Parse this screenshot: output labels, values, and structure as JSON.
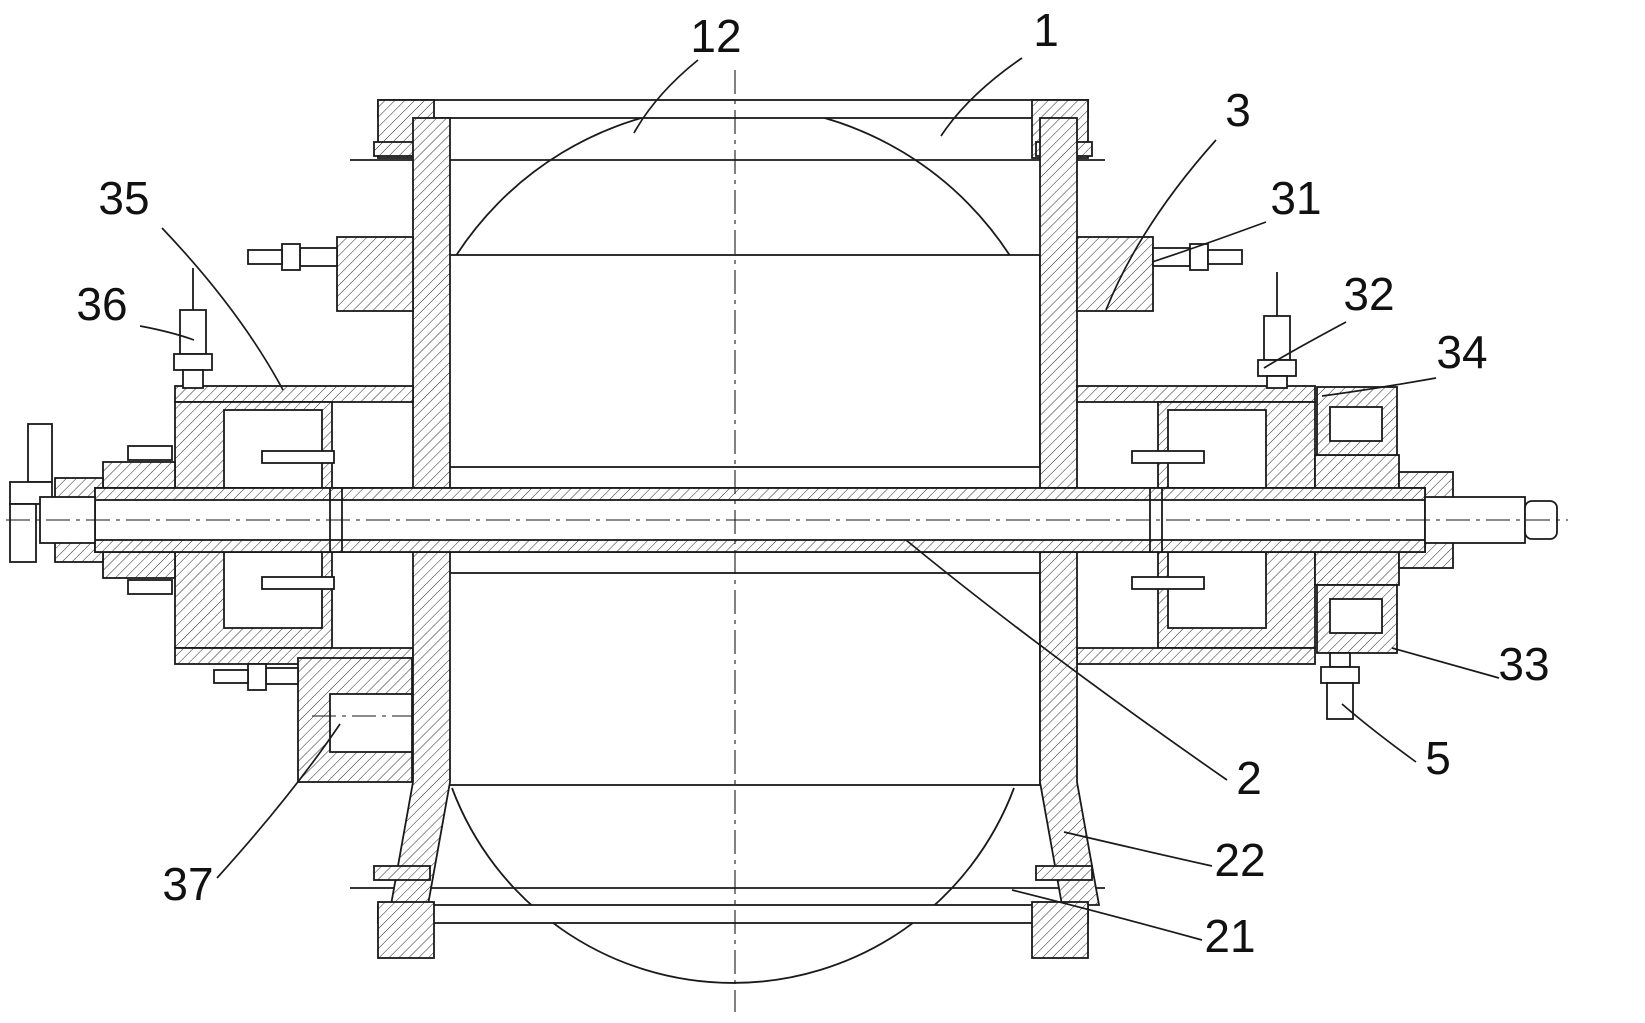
{
  "figure": {
    "background_color": "#ffffff",
    "line_color": "#1a1a1a",
    "callouts": [
      {
        "label": "12"
      },
      {
        "label": "1"
      },
      {
        "label": "3"
      },
      {
        "label": "31"
      },
      {
        "label": "32"
      },
      {
        "label": "34"
      },
      {
        "label": "35"
      },
      {
        "label": "36"
      },
      {
        "label": "33"
      },
      {
        "label": "5"
      },
      {
        "label": "2"
      },
      {
        "label": "22"
      },
      {
        "label": "21"
      },
      {
        "label": "37"
      }
    ]
  }
}
